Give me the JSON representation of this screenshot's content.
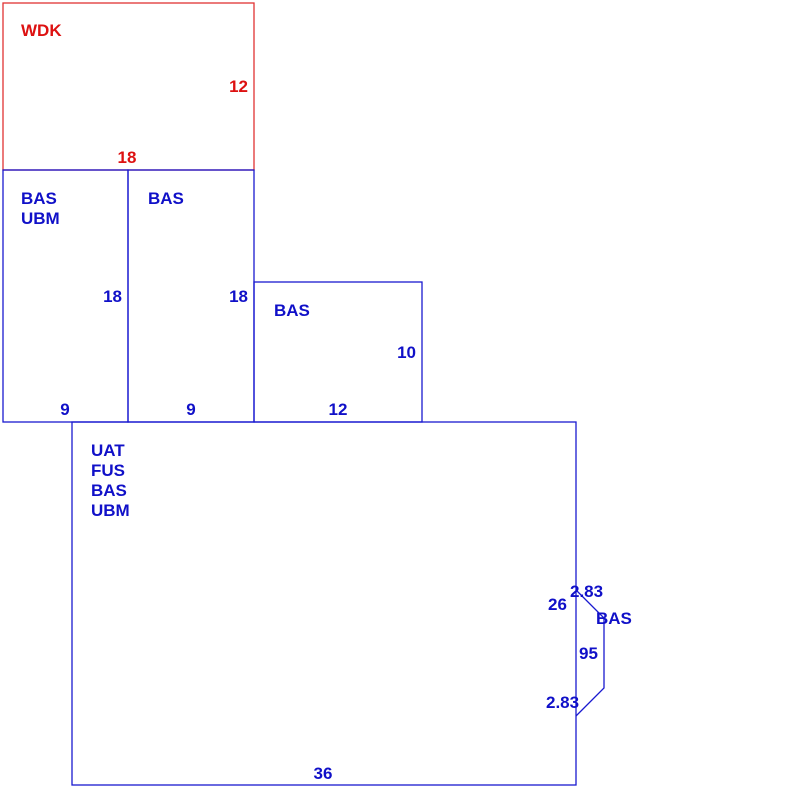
{
  "colors": {
    "main_area": "#1010c8",
    "deck_area": "#dd1111"
  },
  "areas": {
    "wdk": {
      "code": "WDK",
      "depth": "12",
      "width": "18"
    },
    "bas_ubm_left": {
      "codes": [
        "BAS",
        "UBM"
      ],
      "depth": "18",
      "width": "9"
    },
    "bas_mid": {
      "code": "BAS",
      "depth": "18",
      "width": "9"
    },
    "bas_right": {
      "code": "BAS",
      "depth": "10",
      "width": "12"
    },
    "main": {
      "codes": [
        "UAT",
        "FUS",
        "BAS",
        "UBM"
      ],
      "width": "36"
    },
    "bay": {
      "code": "BAS",
      "top_diag": "2.83",
      "top_seg": "26",
      "side": "95",
      "bottom_diag": "2.83"
    }
  }
}
